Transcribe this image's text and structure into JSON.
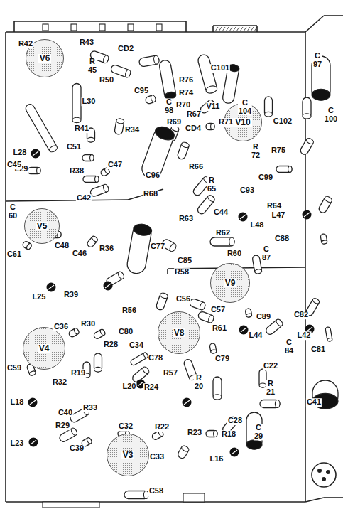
{
  "diagram": {
    "nodes": [
      {
        "text": [
          "V6"
        ]
      },
      {
        "text": [
          "V10"
        ]
      },
      {
        "text": [
          "V5"
        ]
      },
      {
        "text": [
          "V9"
        ]
      },
      {
        "text": [
          "V4"
        ]
      },
      {
        "text": [
          "V8"
        ]
      },
      {
        "text": [
          "V3"
        ]
      }
    ],
    "labels": [
      "R42",
      "R43",
      "CD2",
      "R 45",
      "R50",
      "C101",
      "R76",
      "C 104",
      "R74",
      "C95",
      "C 98",
      "R70",
      "V11",
      "L30",
      "R67",
      "R71",
      "C102",
      "C 100",
      "C 97",
      "R41",
      "R34",
      "R69",
      "CD4",
      "R 72",
      "R75",
      "C51",
      "L28",
      "C47",
      "C96",
      "R66",
      "L29",
      "C45",
      "R38",
      "C99",
      "R 65",
      "C42",
      "R68",
      "C93",
      "R64",
      "C 60",
      "C44",
      "R63",
      "L47",
      "L48",
      "R62",
      "C88",
      "R36",
      "C48",
      "C77",
      "C61",
      "C46",
      "C 87",
      "R60",
      "C85",
      "R58",
      "R39",
      "L25",
      "C56",
      "C57",
      "C89",
      "C82",
      "R56",
      "R61",
      "C36",
      "R30",
      "C80",
      "L44",
      "L42",
      "C 84",
      "C81",
      "R28",
      "C34",
      "C78",
      "C79",
      "C59",
      "R19",
      "C22",
      "R 20",
      "R57",
      "R32",
      "R24",
      "L20",
      "R 21",
      "C41",
      "L18",
      "R33",
      "C40",
      "C28",
      "R29",
      "C32",
      "R22",
      "R23",
      "R18",
      "C 29",
      "L23",
      "C39",
      "C33",
      "L16",
      "C58"
    ]
  }
}
